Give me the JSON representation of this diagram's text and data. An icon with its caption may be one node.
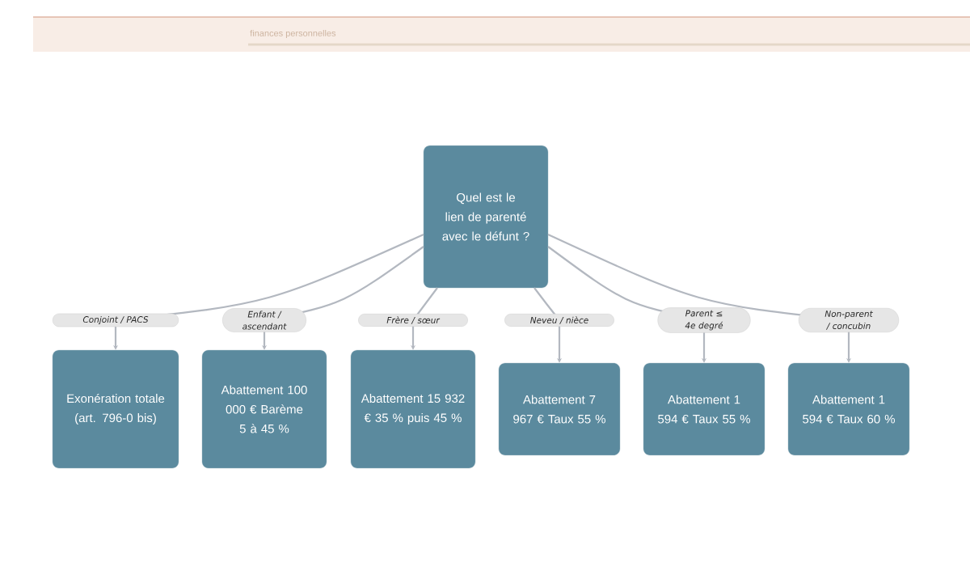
{
  "diagram": {
    "nodes": [
      {
        "text": [
          "Quel est le lien de parenté avec le défunt ?"
        ]
      },
      {
        "text": [
          "Exonération totale (art. 796-0 bis)"
        ]
      },
      {
        "text": [
          "Abattement 100 000 € Barème 5 à 45 %"
        ]
      },
      {
        "text": [
          "Abattement 15 932 € 35 % puis 45 %"
        ]
      },
      {
        "text": [
          "Abattement 7 967 € Taux 55 %"
        ]
      },
      {
        "text": [
          "Abattement 1 594 € Taux 55 %"
        ]
      },
      {
        "text": [
          "Abattement 1 594 € Taux 60 %"
        ]
      }
    ],
    "edges": [
      {
        "from": 0,
        "to": 1,
        "arrow": "to",
        "label": "Conjoint / PACS"
      },
      {
        "from": 0,
        "to": 2,
        "arrow": "to",
        "label": "Enfant / ascendant"
      },
      {
        "from": 0,
        "to": 3,
        "arrow": "to",
        "label": "Frère / sœur"
      },
      {
        "from": 0,
        "to": 4,
        "arrow": "to",
        "label": "Neveu / nièce"
      },
      {
        "from": 0,
        "to": 5,
        "arrow": "to",
        "label": "Parent ≤ 4e degré"
      },
      {
        "from": 0,
        "to": 6,
        "arrow": "to",
        "label": "Non-parent / concubin"
      }
    ],
    "labels": [
      "finances personnelles"
    ]
  }
}
